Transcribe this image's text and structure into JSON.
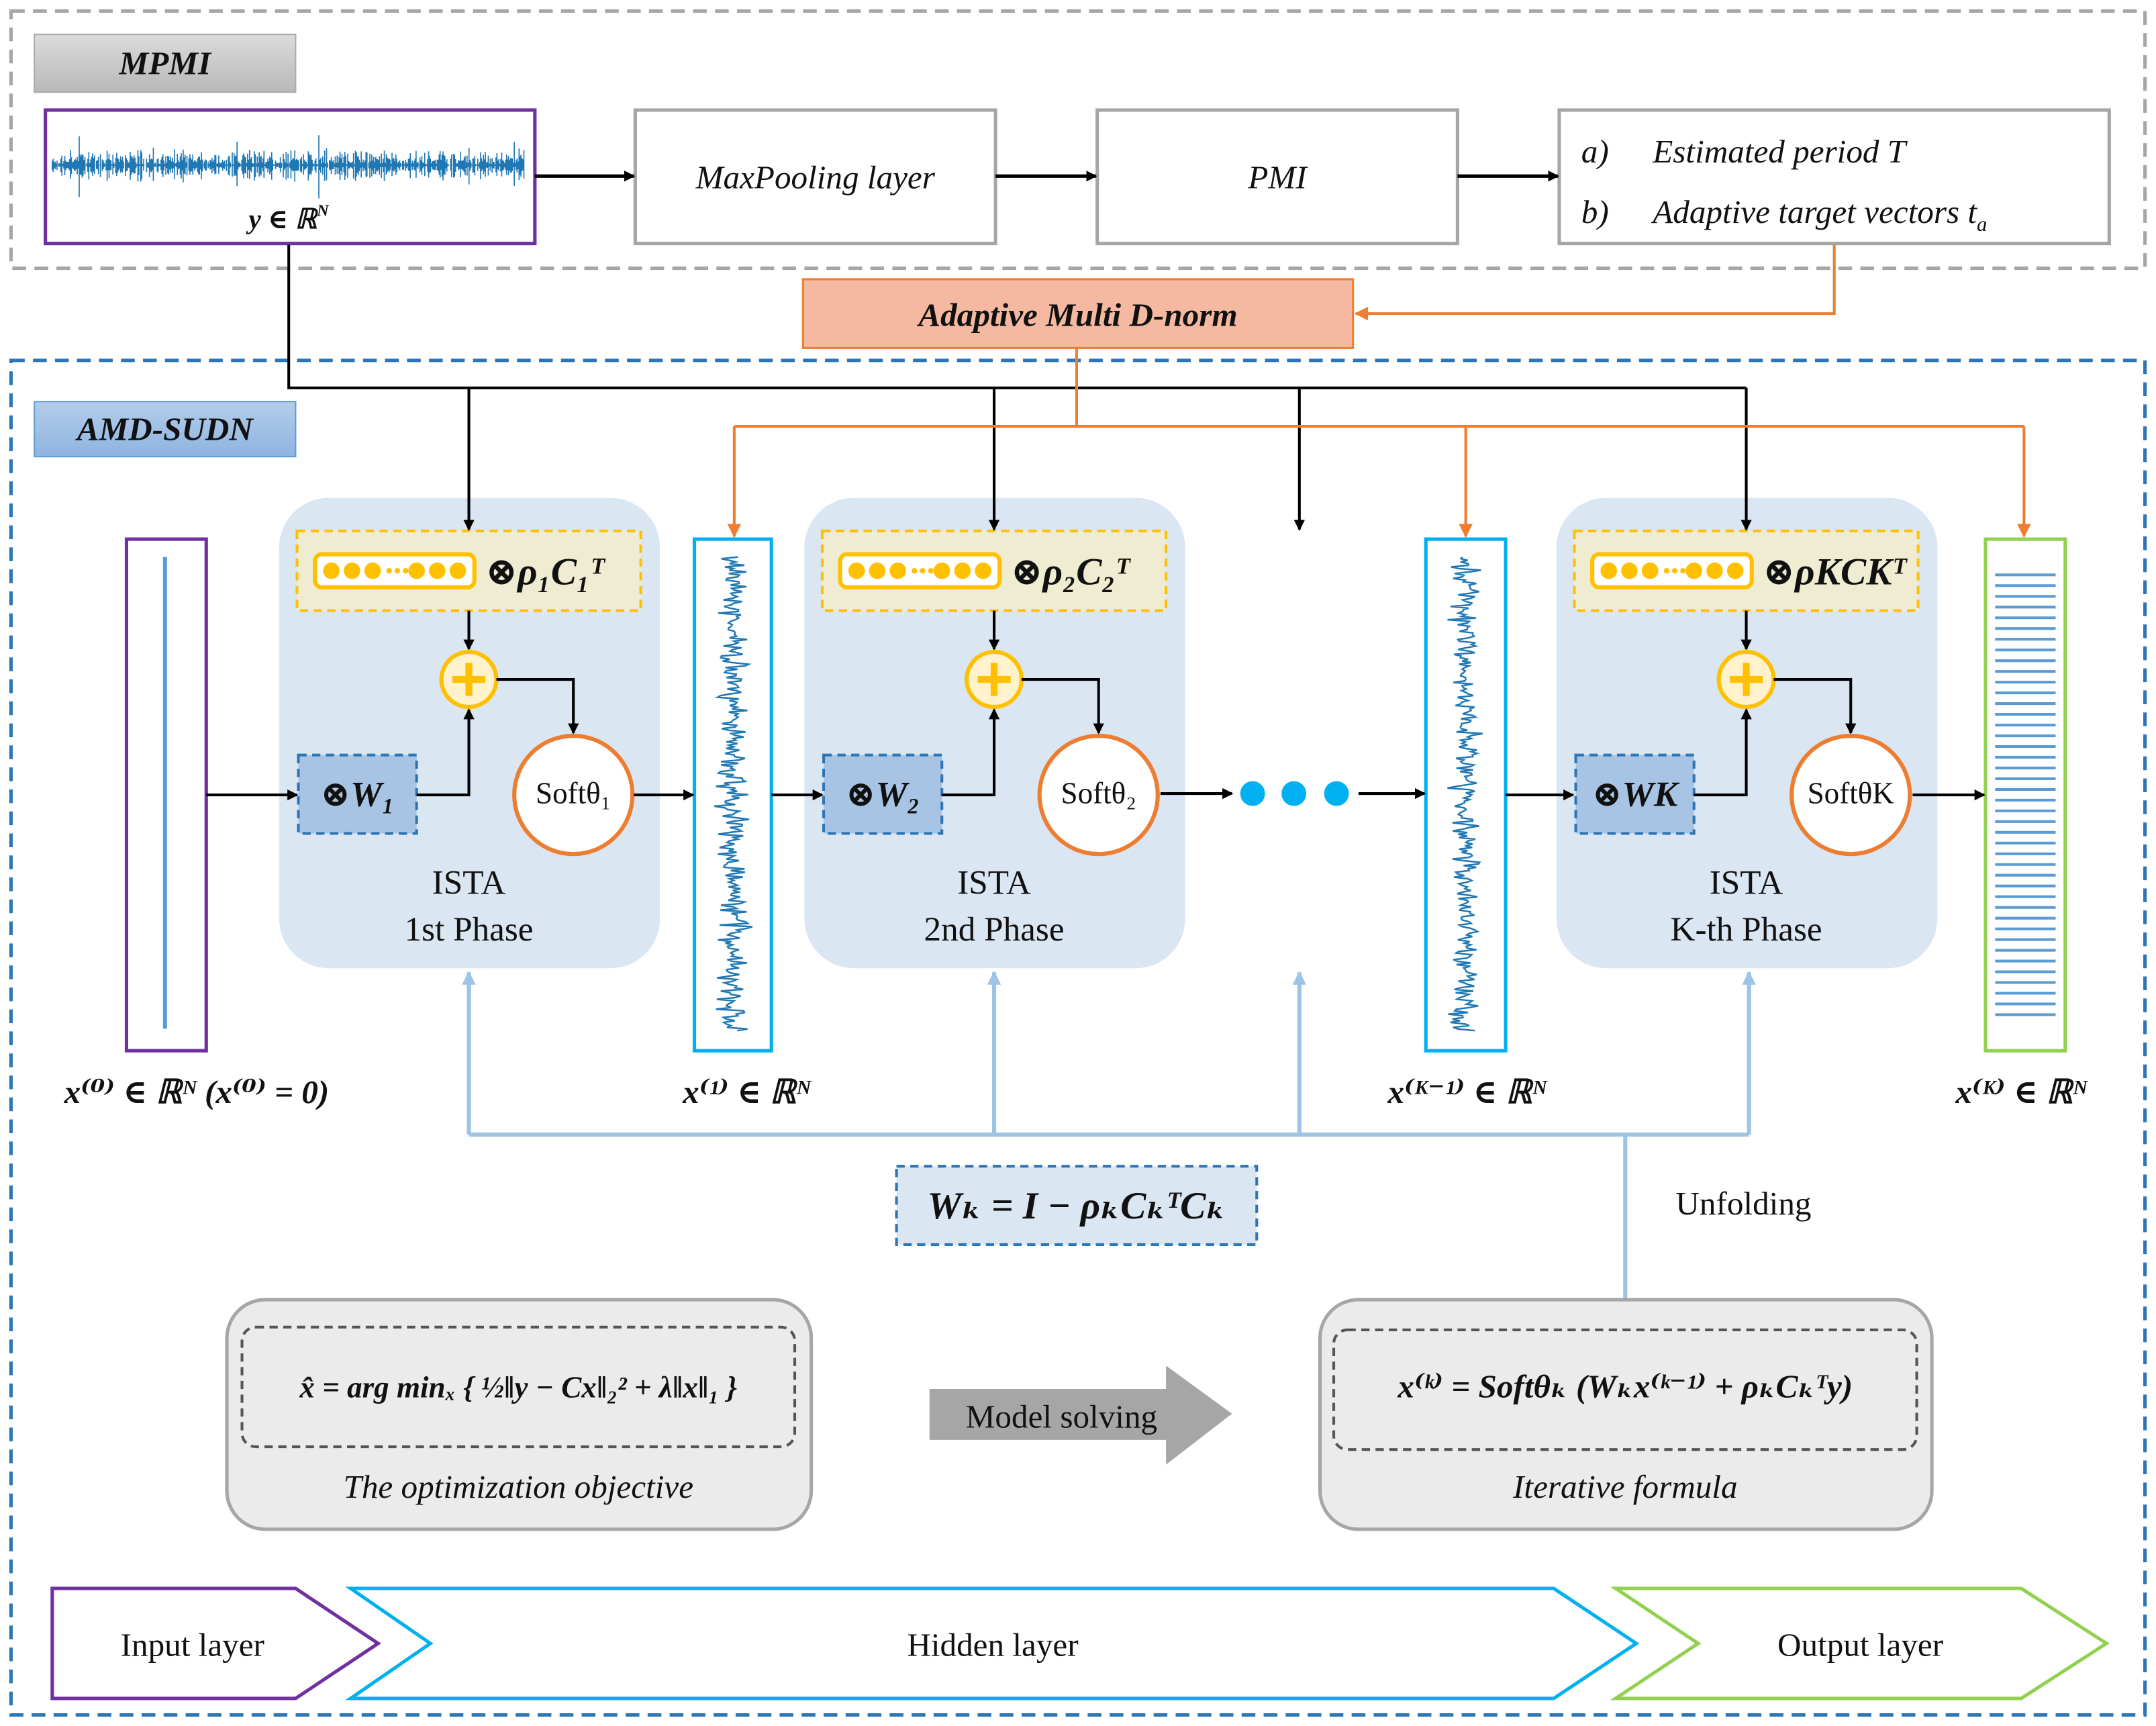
{
  "mpmi": {
    "label": "MPMI",
    "signal_label": "y ∈ ℝ",
    "signal_label_sup": "N",
    "maxpool_label": "MaxPooling layer",
    "pmi_label": "PMI",
    "output_a_marker": "a)",
    "output_a": "Estimated period T",
    "output_b_marker": "b)",
    "output_b": "Adaptive target vectors t",
    "output_b_sub": "a"
  },
  "norm": {
    "label": "Adaptive Multi D-norm"
  },
  "amd": {
    "label": "AMD-SUDN",
    "phases": [
      {
        "conv": "⊗ρ₁C₁ᵀ",
        "w": "⊗W₁",
        "soft": "Softθ₁",
        "title": "ISTA",
        "subtitle": "1st Phase"
      },
      {
        "conv": "⊗ρ₂C₂ᵀ",
        "w": "⊗W₂",
        "soft": "Softθ₂",
        "title": "ISTA",
        "subtitle": "2nd Phase"
      },
      {
        "conv": "⊗ρKCKᵀ",
        "w": "⊗WK",
        "soft": "SoftθK",
        "title": "ISTA",
        "subtitle": "K-th Phase"
      }
    ],
    "vectors": {
      "x0": "x⁽⁰⁾ ∈ ℝᴺ (x⁽⁰⁾ = 0)",
      "x1": "x⁽¹⁾ ∈ ℝᴺ",
      "xk1": "x⁽ᴷ⁻¹⁾ ∈ ℝᴺ",
      "xk": "x⁽ᴷ⁾ ∈ ℝᴺ"
    },
    "wk_formula": "Wₖ = I − ρₖCₖᵀCₖ",
    "unfolding": "Unfolding",
    "objective_formula": "x̂ = arg minₓ { ½‖y − Cx‖₂² + λ‖x‖₁ }",
    "objective_caption": "The optimization objective",
    "model_solving": "Model solving",
    "iter_formula": "x⁽ᵏ⁾ = Softθₖ (Wₖx⁽ᵏ⁻¹⁾ + ρₖCₖᵀy)",
    "iter_caption": "Iterative formula",
    "layers": {
      "input": "Input layer",
      "hidden": "Hidden layer",
      "output": "Output layer"
    }
  },
  "colors": {
    "purple": "#7030a0",
    "cyan": "#00b0f0",
    "green": "#92d050",
    "orange": "#ed7d31",
    "yellow": "#ffc000",
    "blue_dash": "#2e75b6",
    "panel": "#dae6f2",
    "signal": "#1f77b4"
  }
}
